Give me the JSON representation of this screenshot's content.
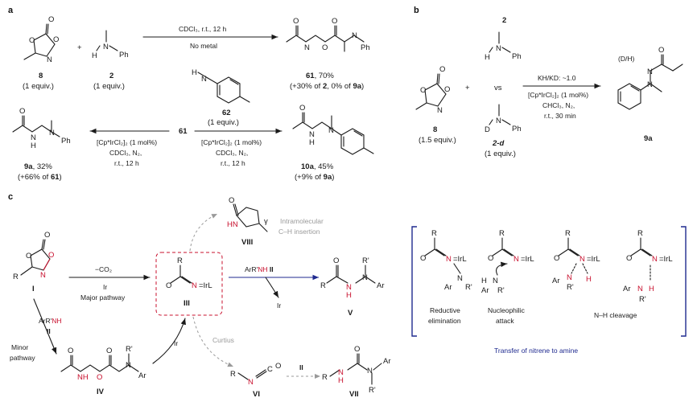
{
  "panel_labels": {
    "a": "a",
    "b": "b",
    "c": "c"
  },
  "panel_a": {
    "reagent_8": "8",
    "reagent_8_eq": "(1 equiv.)",
    "plus": "+",
    "reagent_2": "2",
    "reagent_2_eq": "(1 equiv.)",
    "arrow1_above": "CDCl₃, r.t., 12 h",
    "arrow1_below": "No metal",
    "product_61_line1": "61, 70%",
    "product_61_line2": "(+30% of 2, 0% of 9a)",
    "compound_62": "62",
    "compound_62_eq": "(1 equiv.)",
    "center_61": "61",
    "left_cond": [
      "[Cp*IrCl₂]₂ (1 mol%)",
      "CDCl₃, N₂,",
      "r.t., 12 h"
    ],
    "right_cond": [
      "[Cp*IrCl₂]₂ (1 mol%)",
      "CDCl₃, N₂,",
      "r.t., 12 h"
    ],
    "product_9a_line1": "9a, 32%",
    "product_9a_line2": "(+66% of 61)",
    "product_10a_line1": "10a, 45%",
    "product_10a_line2": "(+9% of 9a)"
  },
  "panel_b": {
    "reagent_8": "8",
    "reagent_8_eq": "(1.5 equiv.)",
    "plus": "+",
    "reagent_2": "2",
    "vs": "vs",
    "reagent_2d": "2-d",
    "reagent_2d_eq": "(1 equiv.)",
    "kie": "KH/KD: ~1.0",
    "cond": [
      "[Cp*IrCl₂]₂ (1 mol%)",
      "CHCl₃, N₂,",
      "r.t., 30 min"
    ],
    "product": "9a",
    "dh_label": "(D/H)"
  },
  "panel_c": {
    "I": "I",
    "II": "II",
    "III": "III",
    "IV": "IV",
    "V": "V",
    "VI": "VI",
    "VII": "VII",
    "VIII": "VIII",
    "co2": "−CO₂",
    "ir": "Ir",
    "major": "Major pathway",
    "arnh_ii": "ArR'NH II",
    "ir_out": "Ir",
    "curtius": "Curtius",
    "intramolecular": [
      "Intramolecular",
      "C–H insertion"
    ],
    "minor": [
      "Minor",
      "pathway"
    ],
    "arnh_left": "ArR'NH",
    "ii_left": "II",
    "ir_up": "Ir",
    "ii_arrow": "II"
  },
  "mechanism_box": {
    "labels": [
      "Reductive",
      "elimination",
      "Nucleophilic",
      "attack",
      "N–H cleavage"
    ],
    "footer": "Transfer of nitrene to amine",
    "accent": "#1f2a8f"
  }
}
